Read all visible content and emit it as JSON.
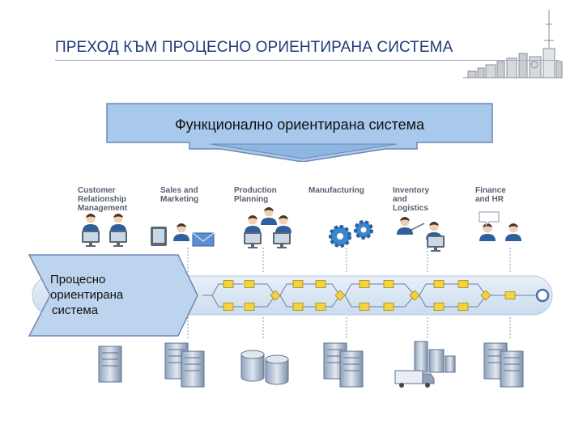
{
  "slide": {
    "title": "ПРЕХОД КЪМ ПРОЦЕСНО ОРИЕНТИРАНА СИСТЕМА"
  },
  "functional_banner": {
    "label": "Функционално ориентирана система"
  },
  "process_banner": {
    "lines": [
      "Процесно",
      "ориентирана",
      "система"
    ]
  },
  "departments": [
    {
      "label": "Customer\nRelationship\nManagement",
      "icon": "two-users-at-computers-icon"
    },
    {
      "label": "Sales and\nMarketing",
      "icon": "user-with-mail-and-tablet-icon"
    },
    {
      "label": "Production\nPlanning",
      "icon": "three-users-at-computers-icon"
    },
    {
      "label": "Manufacturing",
      "icon": "gears-icon"
    },
    {
      "label": "Inventory\nand Logistics",
      "icon": "presenter-and-user-icon"
    },
    {
      "label": "Finance\nand HR",
      "icon": "two-users-with-speech-bubble-icon"
    }
  ],
  "systems": [
    "server-icon",
    "server-cluster-icon",
    "database-icon",
    "server-cluster-icon",
    "warehouse-and-truck-icon",
    "server-cluster-icon"
  ],
  "colors": {
    "title": "#1f3a78",
    "banner_fill": "#a8c8ec",
    "banner_stroke": "#6f87b4",
    "process_bar": "#dbe7f4",
    "task_box": "#f4d33c",
    "arrow_fill": "#bcd4ee"
  }
}
